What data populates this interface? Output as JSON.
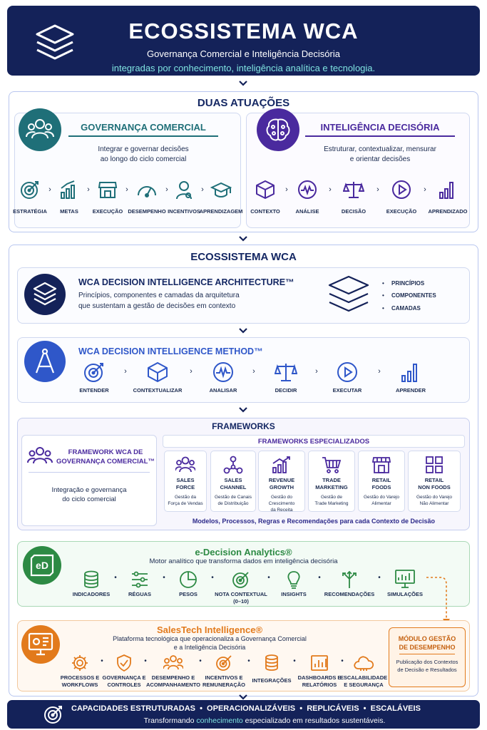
{
  "header": {
    "title": "ECOSSISTEMA WCA",
    "subtitle": "Governança Comercial e Inteligência Decisória",
    "tagline": "integradas por conhecimento, inteligência analítica e tecnologia."
  },
  "duas": {
    "title": "DUAS ATUAÇÕES",
    "governanca": {
      "title": "GOVERNANÇA COMERCIAL",
      "desc1": "Integrar e governar decisões",
      "desc2": "ao longo do ciclo comercial",
      "steps": [
        "ESTRATÉGIA",
        "METAS",
        "EXECUÇÃO",
        "DESEMPENHO",
        "INCENTIVOS",
        "APRENDIZAGEM"
      ]
    },
    "inteligencia": {
      "title": "INTELIGÊNCIA DECISÓRIA",
      "desc1": "Estruturar, contextualizar, mensurar",
      "desc2": "e orientar decisões",
      "steps": [
        "CONTEXTO",
        "ANÁLISE",
        "DECISÃO",
        "EXECUÇÃO",
        "APRENDIZADO"
      ]
    }
  },
  "eco": {
    "title": "ECOSSISTEMA WCA",
    "architecture": {
      "title": "WCA DECISION INTELLIGENCE ARCHITECTURE™",
      "desc1": "Princípios, componentes e camadas da arquitetura",
      "desc2": "que sustentam a gestão de decisões em contexto",
      "bullets": [
        "PRINCÍPIOS",
        "COMPONENTES",
        "CAMADAS"
      ]
    },
    "method": {
      "title": "WCA DECISION INTELLIGENCE METHOD™",
      "steps": [
        "ENTENDER",
        "CONTEXTUALIZAR",
        "ANALISAR",
        "DECIDIR",
        "EXECUTAR",
        "APRENDER"
      ]
    },
    "frameworks": {
      "title": "FRAMEWORKS",
      "main_title1": "FRAMEWORK WCA DE",
      "main_title2": "GOVERNANÇA COMERCIAL™",
      "main_desc1": "Integração e governança",
      "main_desc2": "do ciclo comercial",
      "special_title": "FRAMEWORKS ESPECIALIZADOS",
      "cards": [
        {
          "t1": "SALES",
          "t2": "FORCE",
          "d1": "Gestão da",
          "d2": "Força de Vendas",
          "icon": "people-icon"
        },
        {
          "t1": "SALES",
          "t2": "CHANNEL",
          "d1": "Gestão de Canais",
          "d2": "de Distribuição",
          "icon": "network-icon"
        },
        {
          "t1": "REVENUE",
          "t2": "GROWTH",
          "d1": "Gestão do Crescimento",
          "d2": "da Receita",
          "icon": "growth-chart-icon"
        },
        {
          "t1": "TRADE",
          "t2": "MARKETING",
          "d1": "Gestão de",
          "d2": "Trade Marketing",
          "icon": "cart-icon"
        },
        {
          "t1": "RETAIL",
          "t2": "FOODS",
          "d1": "Gestão do Varejo",
          "d2": "Alimentar",
          "icon": "store-icon"
        },
        {
          "t1": "RETAIL",
          "t2": "NON FOODS",
          "d1": "Gestão do Varejo",
          "d2": "Não Alimentar",
          "icon": "grid-icon"
        }
      ],
      "footer": "Modelos, Processos, Regras e Recomendações para cada Contexto de Decisão"
    },
    "analytics": {
      "title": "e-Decision Analytics®",
      "desc": "Motor analítico que transforma dados em inteligência decisória",
      "logo_text": "eD",
      "items": [
        {
          "l1": "INDICADORES",
          "l2": ""
        },
        {
          "l1": "RÉGUAS",
          "l2": ""
        },
        {
          "l1": "PESOS",
          "l2": ""
        },
        {
          "l1": "NOTA CONTEXTUAL",
          "l2": "(0–10)"
        },
        {
          "l1": "INSIGHTS",
          "l2": ""
        },
        {
          "l1": "RECOMENDAÇÕES",
          "l2": ""
        },
        {
          "l1": "SIMULAÇÕES",
          "l2": ""
        }
      ]
    },
    "salestech": {
      "title": "SalesTech Intelligence®",
      "desc1": "Plataforma tecnológica que operacionaliza a Governança Comercial",
      "desc2": "e a Inteligência Decisória",
      "items": [
        {
          "l1": "PROCESSOS E",
          "l2": "WORKFLOWS"
        },
        {
          "l1": "GOVERNANÇA E",
          "l2": "CONTROLES"
        },
        {
          "l1": "DESEMPENHO E",
          "l2": "ACOMPANHAMENTO"
        },
        {
          "l1": "INCENTIVOS E",
          "l2": "REMUNERAÇÃO"
        },
        {
          "l1": "INTEGRAÇÕES",
          "l2": ""
        },
        {
          "l1": "DASHBOARDS E",
          "l2": "RELATÓRIOS"
        },
        {
          "l1": "ESCALABILIDADE",
          "l2": "E SEGURANÇA"
        }
      ],
      "module_title1": "MÓDULO GESTÃO",
      "module_title2": "DE DESEMPENHO",
      "module_desc1": "Publicação dos Contextos",
      "module_desc2": "de Decisão e Resultados"
    }
  },
  "footer": {
    "line1": "CAPACIDADES ESTRUTURADAS  •  OPERACIONALIZÁVEIS  •  REPLICÁVEIS  •  ESCALÁVEIS",
    "line2_a": "Transformando ",
    "line2_b": "conhecimento",
    "line2_c": " especializado em resultados sustentáveis."
  },
  "colors": {
    "navy": "#142259",
    "teal": "#1f7a80",
    "purple": "#4a2a9e",
    "blue": "#2f57c9",
    "green": "#2d8a44",
    "orange": "#e27a1c"
  }
}
